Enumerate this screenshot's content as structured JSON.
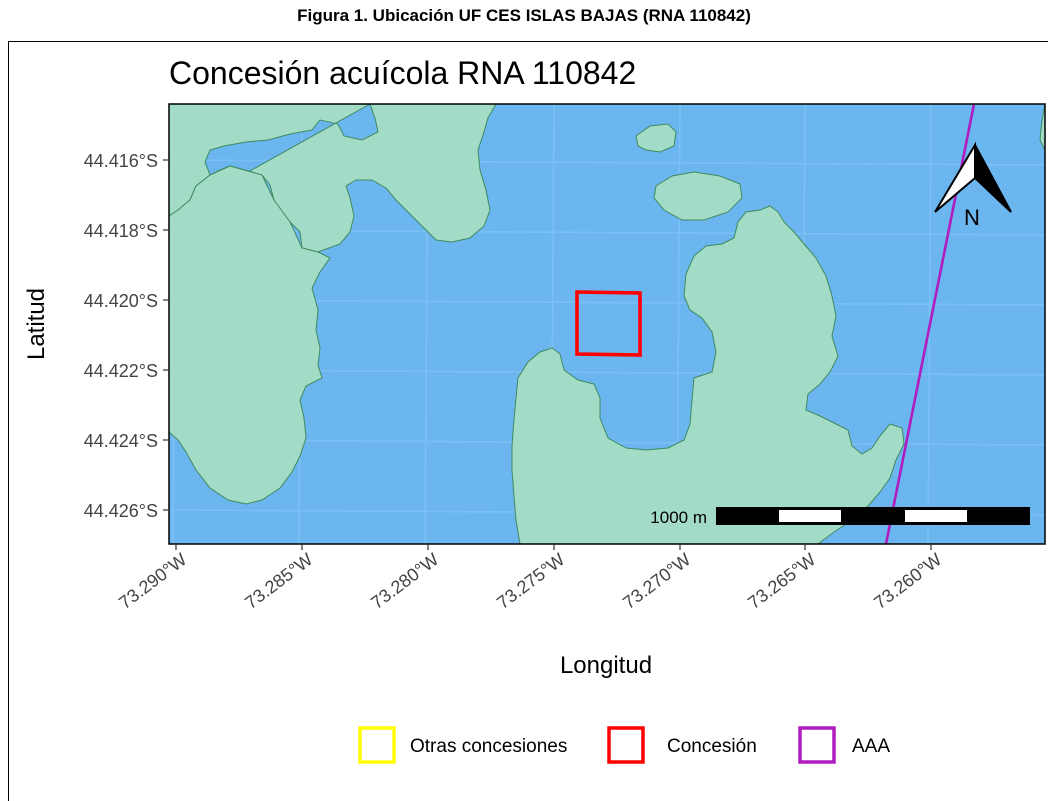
{
  "figure_caption": "Figura 1. Ubicación UF CES ISLAS BAJAS (RNA 110842)",
  "map": {
    "title": "Concesión acuícola RNA 110842",
    "xlabel": "Longitud",
    "ylabel": "Latitud",
    "y_ticks": [
      "44.416°S",
      "44.418°S",
      "44.420°S",
      "44.422°S",
      "44.424°S",
      "44.426°S"
    ],
    "x_ticks": [
      "73.290°W",
      "73.285°W",
      "73.280°W",
      "73.275°W",
      "73.270°W",
      "73.265°W",
      "73.260°W"
    ],
    "scale_bar_label": "1000 m",
    "north_label": "N",
    "colors": {
      "water": "#6bb6ef",
      "land": "#a3dcc6",
      "land_stroke": "#3f8a5f",
      "concesion": "#ff0000",
      "aaa": "#b01cc0",
      "otras": "#ffff00",
      "grid": "#7cc0f3"
    }
  },
  "legend": {
    "items": [
      {
        "label": "Otras concesiones",
        "color": "#ffff00"
      },
      {
        "label": "Concesión",
        "color": "#ff0000"
      },
      {
        "label": "AAA",
        "color": "#b01cc0"
      }
    ]
  }
}
